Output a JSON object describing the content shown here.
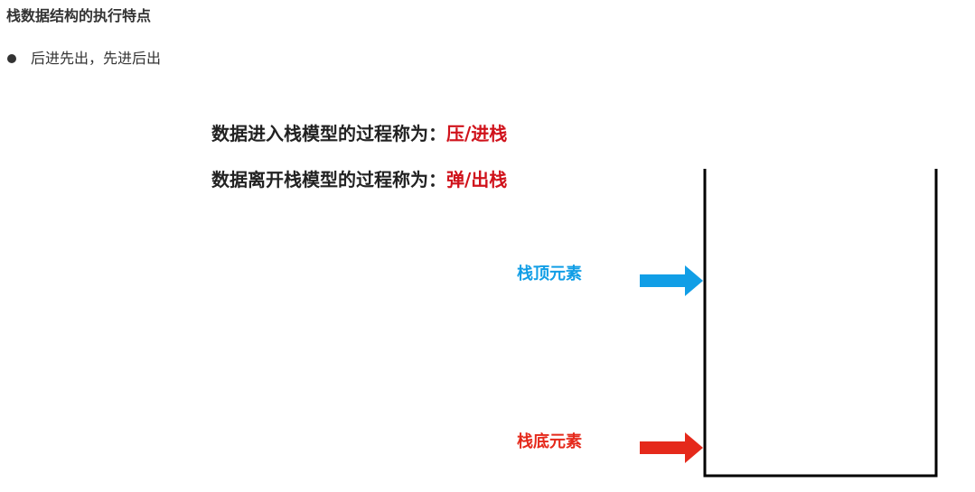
{
  "heading": "栈数据结构的执行特点",
  "bullet": "后进先出，先进后出",
  "definitions": {
    "push": {
      "prefix": "数据进入栈模型的过程称为：",
      "term": "压/进栈"
    },
    "pop": {
      "prefix": "数据离开栈模型的过程称为：",
      "term": "弹/出栈"
    }
  },
  "labels": {
    "top": "栈顶元素",
    "bottom": "栈底元素"
  },
  "colors": {
    "term": "#d0121b",
    "top_arrow": "#119ee6",
    "bottom_arrow": "#e5291b",
    "stack_outline": "#000000"
  }
}
